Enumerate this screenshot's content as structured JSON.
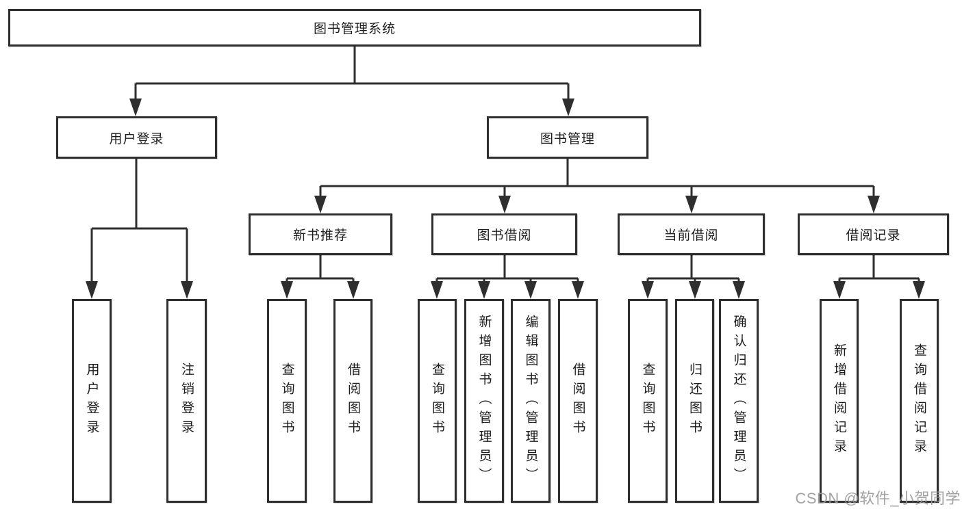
{
  "diagram": {
    "title": "图书管理系统",
    "children": [
      {
        "label": "用户登录",
        "children": [
          {
            "label": "用户登录"
          },
          {
            "label": "注销登录"
          }
        ]
      },
      {
        "label": "图书管理",
        "children": [
          {
            "label": "新书推荐",
            "children": [
              {
                "label": "查询图书"
              },
              {
                "label": "借阅图书"
              }
            ]
          },
          {
            "label": "图书借阅",
            "children": [
              {
                "label": "查询图书"
              },
              {
                "label": "新增图书（管理员）"
              },
              {
                "label": "编辑图书（管理员）"
              },
              {
                "label": "借阅图书"
              }
            ]
          },
          {
            "label": "当前借阅",
            "children": [
              {
                "label": "查询图书"
              },
              {
                "label": "归还图书"
              },
              {
                "label": "确认归还（管理员）"
              }
            ]
          },
          {
            "label": "借阅记录",
            "children": [
              {
                "label": "新增借阅记录"
              },
              {
                "label": "查询借阅记录"
              }
            ]
          }
        ]
      }
    ]
  },
  "watermark": "CSDN @软件_小贺同学",
  "colors": {
    "line": "#2e2e2e",
    "text": "#1c1c1c",
    "watermark": "#9b9b9b",
    "background": "#ffffff"
  }
}
